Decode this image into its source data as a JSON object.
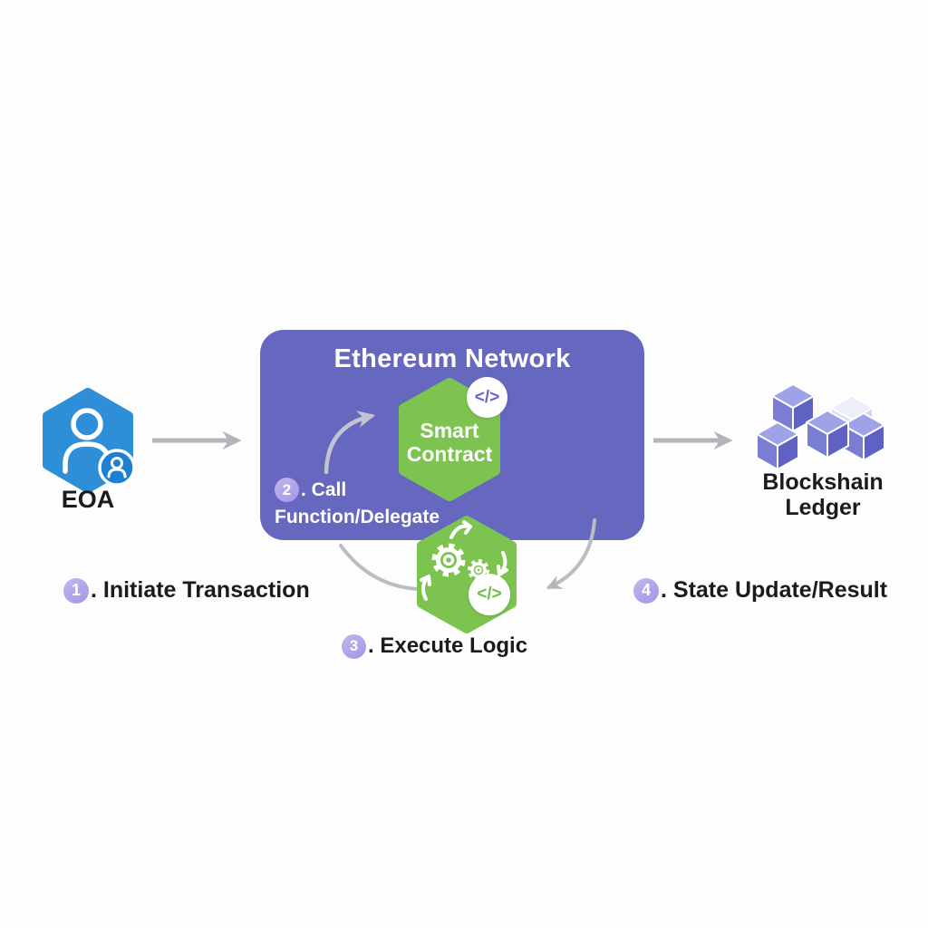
{
  "diagram": {
    "title": "Ethereum Network",
    "eoa": {
      "label": "EOA"
    },
    "smart_contract": {
      "line1": "Smart",
      "line2": "Contract",
      "badge_glyph": "</>"
    },
    "execute_hex": {
      "badge_glyph": "</>"
    },
    "ledger": {
      "line1": "Blockshain",
      "line2": "Ledger"
    },
    "steps": {
      "s1": {
        "num": "1",
        "label": ". Initiate Transaction"
      },
      "s2": {
        "num": "2",
        "line1": ". Call",
        "line2": "Function/Delegate"
      },
      "s3": {
        "num": "3",
        "label": ". Execute Logic"
      },
      "s4": {
        "num": "4",
        "label": ". State Update/Result"
      }
    },
    "colors": {
      "network_box": "#6668c0",
      "contract_green": "#7cc44f",
      "eoa_blue": "#2f8ed8",
      "step_badge_lavender": "#b2a6e8",
      "arrow_gray": "#b4b4ba",
      "cube_purple": "#797dd3",
      "text_dark": "#1b1b1d",
      "background": "#fdfdfe"
    }
  }
}
